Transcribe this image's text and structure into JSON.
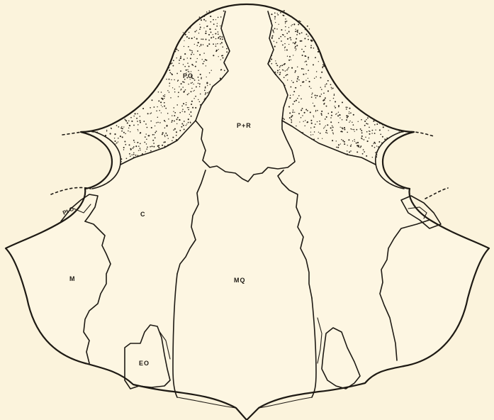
{
  "labels": {
    "po": "PO",
    "p_r": "P+R",
    "c": "C",
    "m": "M",
    "mq": "MQ",
    "eo": "EO",
    "pto": "Pt O"
  }
}
